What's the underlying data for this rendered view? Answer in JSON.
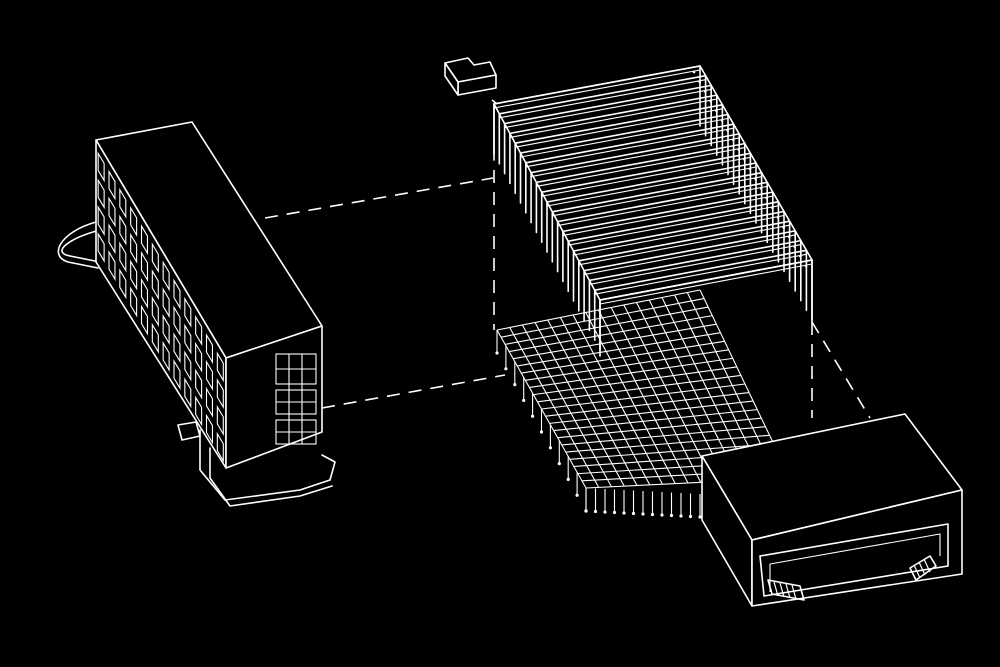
{
  "diagram": {
    "background": "#000000",
    "line_color": "#ffffff",
    "components": [
      {
        "id": "slab-block",
        "icon": "slab-building-icon"
      },
      {
        "id": "small-pavilion",
        "icon": "small-block-icon"
      },
      {
        "id": "folded-roof",
        "icon": "folded-roof-icon"
      },
      {
        "id": "structural-grid",
        "icon": "grid-floor-icon"
      },
      {
        "id": "base-podium",
        "icon": "podium-icon"
      }
    ]
  }
}
